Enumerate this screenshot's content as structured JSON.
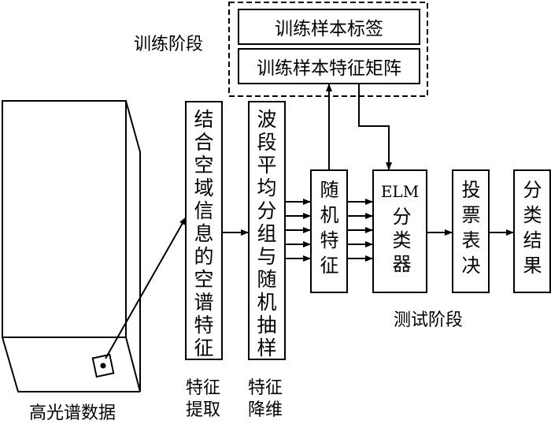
{
  "training": {
    "stage_label": "训练阶段",
    "labels_box": "训练样本标签",
    "matrix_box": "训练样本特征矩阵"
  },
  "data_cube": {
    "label": "高光谱数据"
  },
  "blocks": {
    "spatial_spectral": "结合空域信息的空谱特征",
    "band_grouping": "波段平均分组与随机抽样",
    "random_features": "随机特征",
    "elm_title": "ELM",
    "elm_rest": "分类器",
    "voting": "投票表决",
    "result": "分类结果"
  },
  "captions": {
    "feature_extraction_1": "特征",
    "feature_extraction_2": "提取",
    "dim_reduction_1": "特征",
    "dim_reduction_2": "降维"
  },
  "test_stage_label": "测试阶段"
}
